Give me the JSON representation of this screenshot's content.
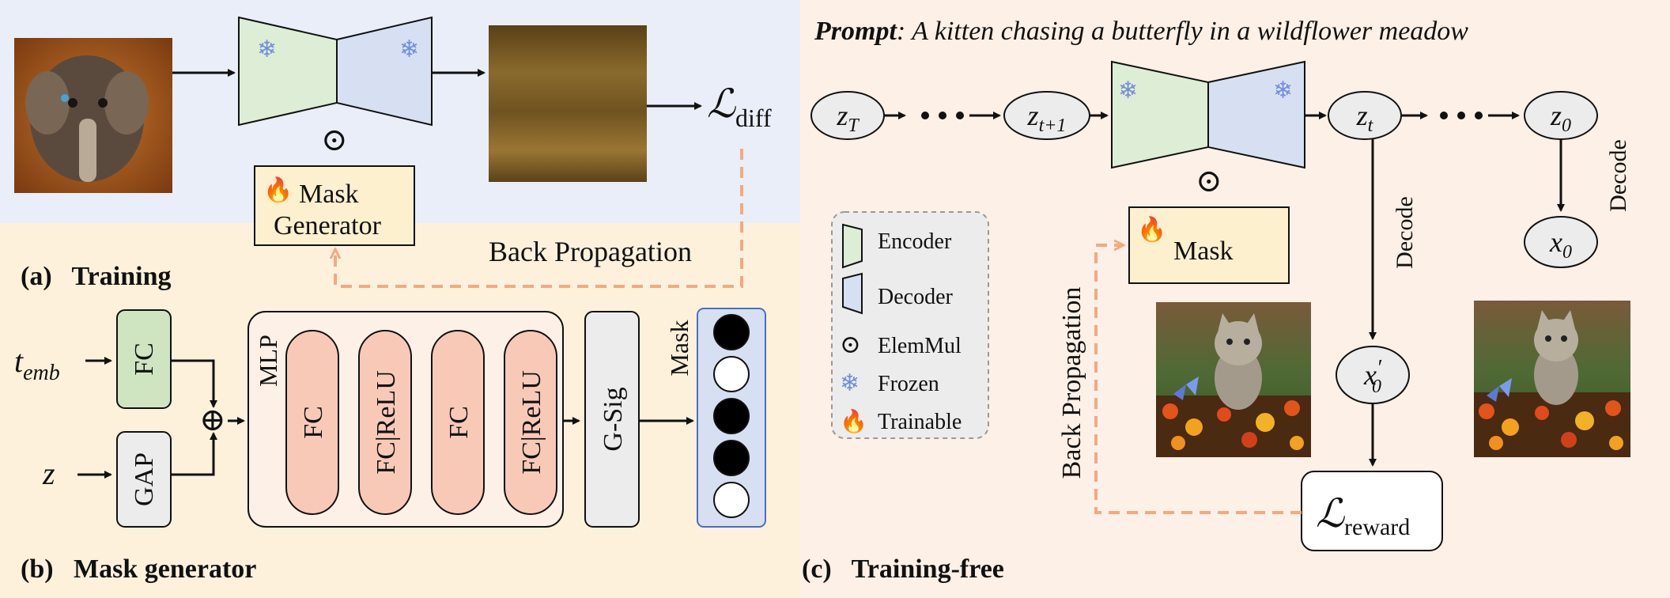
{
  "panels": {
    "training": {
      "caption": "(a)   Training"
    },
    "mask_generator": {
      "caption": "(b)   Mask generator"
    },
    "training_free": {
      "caption": "(c)   Training-free"
    }
  },
  "training": {
    "mask_generator_line1": "Mask",
    "mask_generator_line2": "Generator",
    "loss_symbol": "ℒ",
    "loss_sub": "diff",
    "back_propagation": "Back Propagation",
    "elem_mul_symbol": "⊙"
  },
  "mask_gen": {
    "t_emb_base": "t",
    "t_emb_sub": "emb",
    "z_input": "z",
    "fc_input": "FC",
    "gap": "GAP",
    "plus": "⊕",
    "mlp": "MLP",
    "mlp_layers": [
      "FC",
      "FC|ReLU",
      "FC",
      "FC|ReLU"
    ],
    "gsig": "G-Sig",
    "mask": "Mask",
    "mask_values": [
      1,
      0,
      1,
      1,
      0
    ]
  },
  "free": {
    "prompt_label": "Prompt",
    "prompt_text": ": A kitten chasing a butterfly in a wildflower meadow",
    "nodes": {
      "zT_base": "z",
      "zT_sub": "T",
      "zt1_base": "z",
      "zt1_sub": "t+1",
      "zt_base": "z",
      "zt_sub": "t",
      "z0_base": "z",
      "z0_sub": "0",
      "x0_base": "x",
      "x0_sub": "0",
      "x0p_base": "x",
      "x0p_prime": "′",
      "x0p_sub": "0"
    },
    "mask": "Mask",
    "decode_1": "Decode",
    "decode_2": "Decode",
    "back_propagation": "Back Propagation",
    "loss_symbol": "ℒ",
    "loss_sub": "reward",
    "elem_mul_symbol": "⊙"
  },
  "legend": {
    "encoder": "Encoder",
    "decoder": "Decoder",
    "elemmul": "ElemMul",
    "frozen": "Frozen",
    "trainable": "Trainable"
  },
  "colors": {
    "panel_a_bg": "#e9eef8",
    "panel_b_bg": "#fdf1dc",
    "panel_c_bg": "#fdf0e6",
    "encoder": "#deedd6",
    "decoder": "#d6e0f2",
    "mask_box": "#fdf0cf",
    "mlp_layer": "#f9c9b8",
    "fc_green": "#cfe5c2",
    "backprop": "#f2aa80",
    "frozen": "#6f8fd8",
    "flame": "#f07d1a"
  }
}
